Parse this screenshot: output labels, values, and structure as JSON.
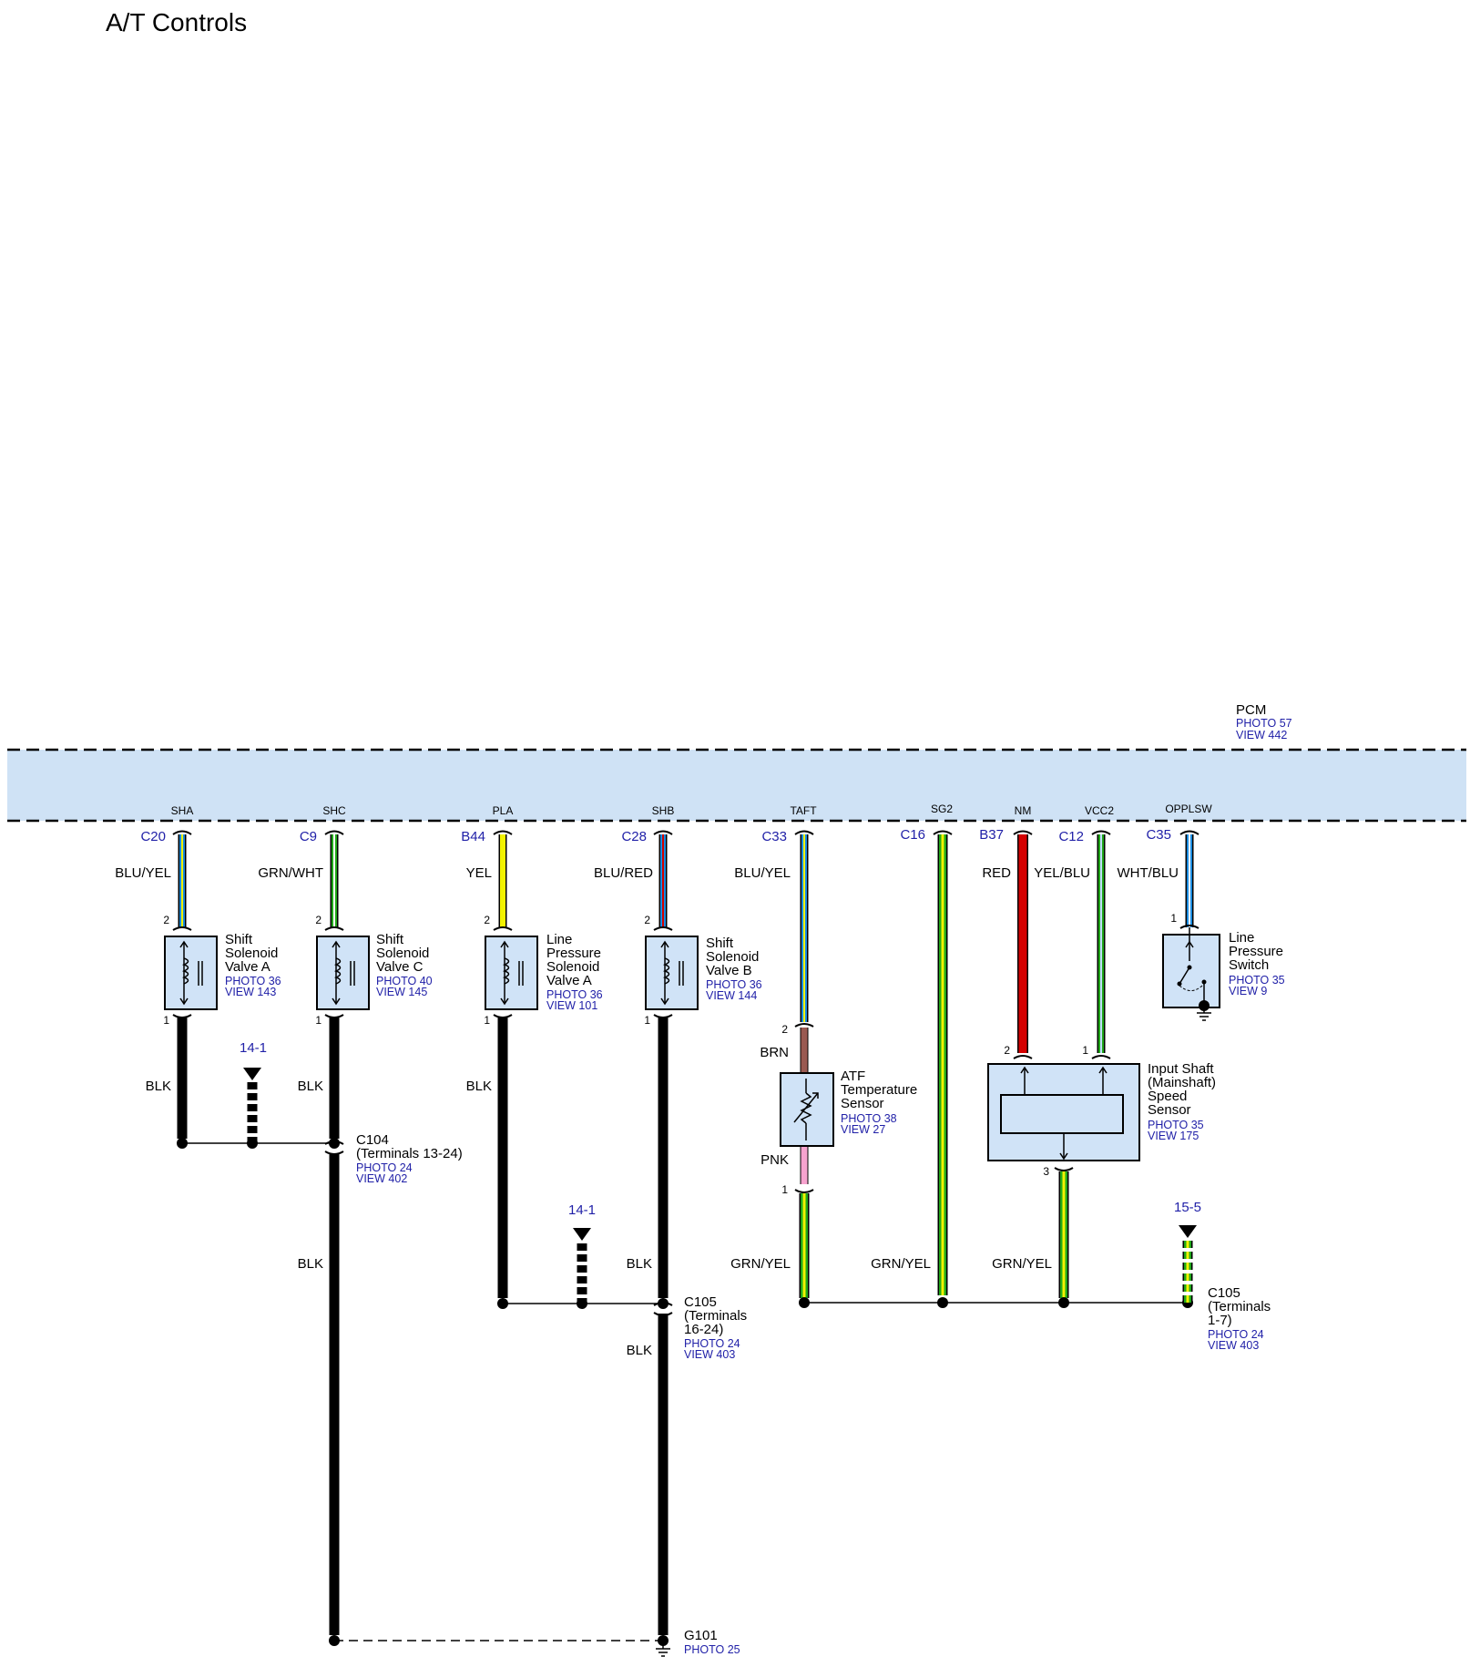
{
  "title": "A/T Controls",
  "pcm": {
    "name": "PCM",
    "photo": "PHOTO 57",
    "view": "VIEW 442"
  },
  "pins": {
    "sha": "SHA",
    "shc": "SHC",
    "pla": "PLA",
    "shb": "SHB",
    "taft": "TAFT",
    "sg2": "SG2",
    "nm": "NM",
    "vcc2": "VCC2",
    "opplsw": "OPPLSW"
  },
  "connectors": {
    "c20": "C20",
    "c9": "C9",
    "b44": "B44",
    "c28": "C28",
    "c33": "C33",
    "c16": "C16",
    "b37": "B37",
    "c12": "C12",
    "c35": "C35"
  },
  "wires": {
    "blu_yel": "BLU/YEL",
    "grn_wht": "GRN/WHT",
    "yel": "YEL",
    "blu_red": "BLU/RED",
    "red": "RED",
    "yel_blu": "YEL/BLU",
    "wht_blu": "WHT/BLU",
    "blk": "BLK",
    "brn": "BRN",
    "pnk": "PNK",
    "grn_yel": "GRN/YEL"
  },
  "terminals": {
    "t1": "1",
    "t2": "2",
    "t3": "3"
  },
  "components": {
    "ssa": {
      "line1": "Shift",
      "line2": "Solenoid",
      "line3": "Valve A",
      "photo": "PHOTO 36",
      "view": "VIEW 143"
    },
    "ssc": {
      "line1": "Shift",
      "line2": "Solenoid",
      "line3": "Valve C",
      "photo": "PHOTO 40",
      "view": "VIEW 145"
    },
    "lps": {
      "line1": "Line",
      "line2": "Pressure",
      "line3": "Solenoid",
      "line4": "Valve A",
      "photo": "PHOTO 36",
      "view": "VIEW 101"
    },
    "ssb": {
      "line1": "Shift",
      "line2": "Solenoid",
      "line3": "Valve B",
      "photo": "PHOTO 36",
      "view": "VIEW 144"
    },
    "atf": {
      "line1": "ATF",
      "line2": "Temperature",
      "line3": "Sensor",
      "photo": "PHOTO 38",
      "view": "VIEW 27"
    },
    "issc": {
      "line1": "Input Shaft",
      "line2": "(Mainshaft)",
      "line3": "Speed",
      "line4": "Sensor",
      "photo": "PHOTO 35",
      "view": "VIEW 175"
    },
    "lpsw": {
      "line1": "Line",
      "line2": "Pressure",
      "line3": "Switch",
      "photo": "PHOTO 35",
      "view": "VIEW 9"
    }
  },
  "junctions": {
    "c104": {
      "name": "C104",
      "detail": "(Terminals 13-24)",
      "photo": "PHOTO 24",
      "view": "VIEW 402"
    },
    "c105a": {
      "name": "C105",
      "detail1": "(Terminals",
      "detail2": "16-24)",
      "photo": "PHOTO 24",
      "view": "VIEW 403"
    },
    "c105b": {
      "name": "C105",
      "detail1": "(Terminals",
      "detail2": "1-7)",
      "photo": "PHOTO 24",
      "view": "VIEW 403"
    },
    "g101": {
      "name": "G101",
      "photo": "PHOTO 25"
    }
  },
  "refs": {
    "r14_1": "14-1",
    "r15_5": "15-5"
  },
  "colors": {
    "pcm_fill": "#cfe2f5",
    "component_fill": "#d0e3f7",
    "blue_text": "#2121a8",
    "blu": "#1a8be0",
    "yel": "#f2f200",
    "grn": "#22a81a",
    "wht": "#ffffff",
    "red": "#d40000",
    "blk": "#000000",
    "brn": "#9a5a52",
    "pnk": "#f7a3cf"
  }
}
